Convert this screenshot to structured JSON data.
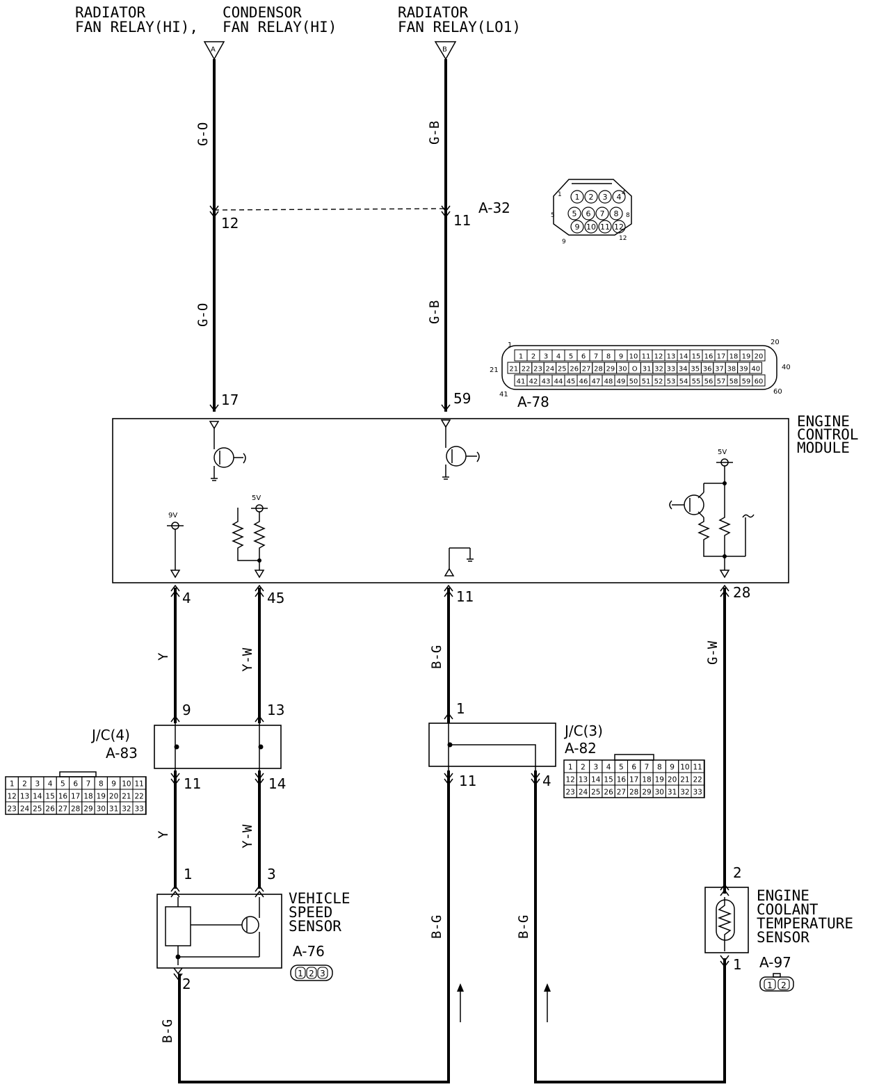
{
  "top_labels": {
    "radiator_fan_relay_hi_1": "RADIATOR",
    "radiator_fan_relay_hi_2": "FAN RELAY(HI),",
    "condensor_fan_relay_1": "CONDENSOR",
    "condensor_fan_relay_2": "FAN RELAY(HI)",
    "radiator_fan_relay_lo_1": "RADIATOR",
    "radiator_fan_relay_lo_2": "FAN RELAY(LO1)"
  },
  "connectors": {
    "A": "A",
    "B": "B",
    "a32": "A-32",
    "a78": "A-78",
    "a83_jc": "J/C(4)",
    "a83": "A-83",
    "a82_jc": "J/C(3)",
    "a82": "A-82",
    "a76": "A-76",
    "a97": "A-97"
  },
  "wires": {
    "go_upper": "G-O",
    "go_lower": "G-O",
    "gb_upper": "G-B",
    "gb_lower": "G-B",
    "y_upper": "Y",
    "yw_upper": "Y-W",
    "bg_mid": "B-G",
    "gw": "G-W",
    "y_lower": "Y",
    "yw_lower": "Y-W",
    "bg_left": "B-G",
    "bg_center": "B-G",
    "bg_right": "B-G"
  },
  "pins": {
    "p12": "12",
    "p11_a32": "11",
    "p17": "17",
    "p59": "59",
    "p4": "4",
    "p45": "45",
    "p11_ecm": "11",
    "p28": "28",
    "p9": "9",
    "p13": "13",
    "p1_jc3": "1",
    "p11_a83": "11",
    "p14": "14",
    "p11_a82": "11",
    "p4_a82": "4",
    "p1_vss": "1",
    "p3_vss": "3",
    "p2_vss": "2",
    "p2_ect": "2",
    "p1_ect": "1"
  },
  "ecm": {
    "line1": "ENGINE",
    "line2": "CONTROL",
    "line3": "MODULE",
    "v9": "9V",
    "v5_left": "5V",
    "v5_right": "5V"
  },
  "vss": {
    "line1": "VEHICLE",
    "line2": "SPEED",
    "line3": "SENSOR"
  },
  "ect": {
    "line1": "ENGINE",
    "line2": "COOLANT",
    "line3": "TEMPERATURE",
    "line4": "SENSOR"
  },
  "a32_pins": [
    "1",
    "2",
    "3",
    "4",
    "5",
    "6",
    "7",
    "8",
    "9",
    "10",
    "11",
    "12"
  ],
  "a32_corner": {
    "c1": "1",
    "c4": "4",
    "c5": "5",
    "c8": "8",
    "c9": "9",
    "c12": "12"
  },
  "a78_rows": [
    [
      "1",
      "2",
      "3",
      "4",
      "5",
      "6",
      "7",
      "8",
      "9",
      "10",
      "11",
      "12",
      "13",
      "14",
      "15",
      "16",
      "17",
      "18",
      "19",
      "20"
    ],
    [
      "21",
      "22",
      "23",
      "24",
      "25",
      "26",
      "27",
      "28",
      "29",
      "30",
      "O",
      "31",
      "32",
      "33",
      "34",
      "35",
      "36",
      "37",
      "38",
      "39",
      "40"
    ],
    [
      "41",
      "42",
      "43",
      "44",
      "45",
      "46",
      "47",
      "48",
      "49",
      "50",
      "51",
      "52",
      "53",
      "54",
      "55",
      "56",
      "57",
      "58",
      "59",
      "60"
    ]
  ],
  "a78_corner": {
    "c1": "1",
    "c20": "20",
    "c21": "21",
    "c40": "40",
    "c41": "41",
    "c60": "60"
  },
  "jc_rows": [
    [
      "1",
      "2",
      "3",
      "4",
      "5",
      "6",
      "7",
      "8",
      "9",
      "10",
      "11"
    ],
    [
      "12",
      "13",
      "14",
      "15",
      "16",
      "17",
      "18",
      "19",
      "20",
      "21",
      "22"
    ],
    [
      "23",
      "24",
      "25",
      "26",
      "27",
      "28",
      "29",
      "30",
      "31",
      "32",
      "33"
    ]
  ],
  "a76_pins": [
    "1",
    "2",
    "3"
  ],
  "a97_pins": [
    "1",
    "2"
  ]
}
